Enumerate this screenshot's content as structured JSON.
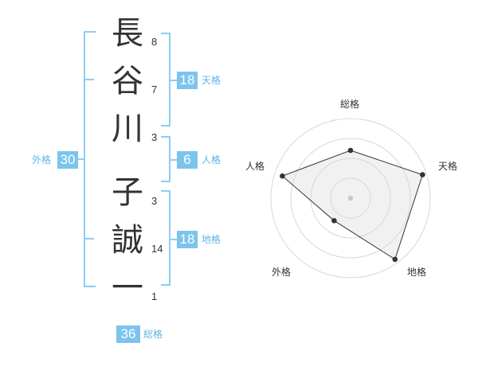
{
  "colors": {
    "accent": "#7cc4ee",
    "bracket": "#8ccdf3",
    "label": "#5fb4e6",
    "text": "#333333"
  },
  "name": {
    "chars": [
      {
        "char": "長",
        "strokes": "8"
      },
      {
        "char": "谷",
        "strokes": "7"
      },
      {
        "char": "川",
        "strokes": "3"
      },
      {
        "char": "子",
        "strokes": "3"
      },
      {
        "char": "誠",
        "strokes": "14"
      },
      {
        "char": "一",
        "strokes": "1"
      }
    ]
  },
  "fortunes": {
    "tenkaku": {
      "value": "18",
      "label": "天格"
    },
    "jinkaku": {
      "value": "6",
      "label": "人格"
    },
    "chikaku": {
      "value": "18",
      "label": "地格"
    },
    "gaikaku": {
      "value": "30",
      "label": "外格"
    },
    "soukaku": {
      "value": "36",
      "label": "総格"
    }
  },
  "chart_data": {
    "type": "radar",
    "axes": [
      "総格",
      "天格",
      "地格",
      "外格",
      "人格"
    ],
    "values": [
      0.6,
      0.95,
      0.95,
      0.35,
      0.9
    ],
    "scale": [
      0,
      1
    ],
    "rings": 4
  }
}
